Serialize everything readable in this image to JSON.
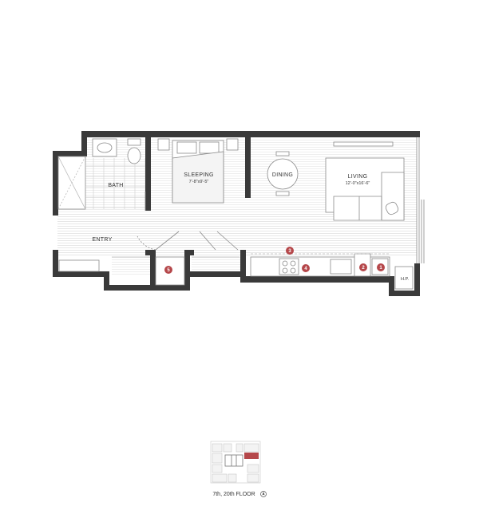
{
  "colors": {
    "wall": "#3a3a3a",
    "floor_line": "#d9d9d9",
    "fixture": "#8a8a8a",
    "marker": "#b5474a",
    "highlight": "#b5474a"
  },
  "rooms": {
    "bath": "BATH",
    "sleeping": "SLEEPING",
    "sleeping_dims": "7'-8\"x9'-5\"",
    "dining": "DINING",
    "living": "LIVING",
    "living_dims": "12'-0\"x16'-6\"",
    "entry": "ENTRY",
    "hp": "H.P."
  },
  "markers": [
    "1",
    "2",
    "3",
    "4",
    "5"
  ],
  "keyplan": {
    "caption": "7th, 20th FLOOR",
    "north_icon": "north-arrow-icon"
  }
}
